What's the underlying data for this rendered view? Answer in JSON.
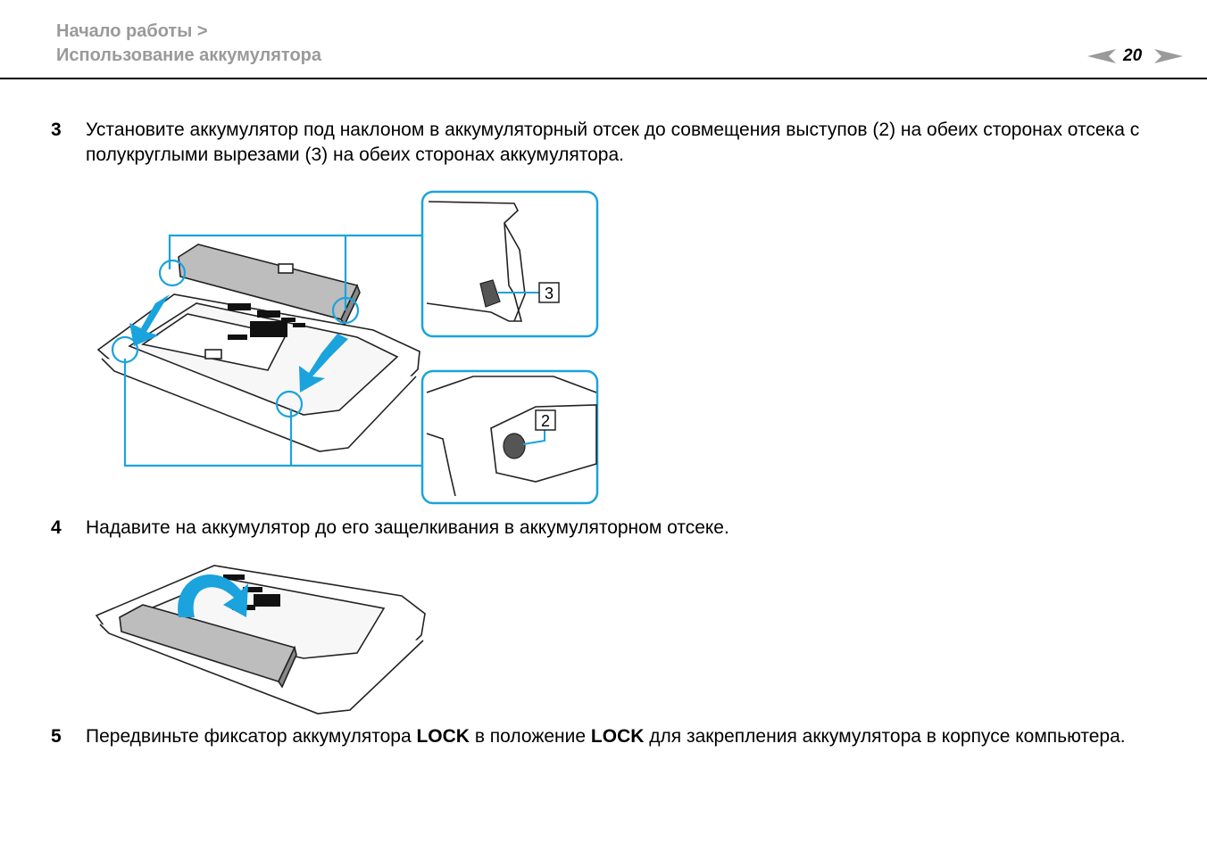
{
  "header": {
    "breadcrumb_line1": "Начало работы >",
    "breadcrumb_line2": "Использование аккумулятора",
    "page_number": "20",
    "prev_icon": "left-arrow-icon",
    "next_icon": "right-arrow-icon"
  },
  "steps": [
    {
      "number": "3",
      "text": "Установите аккумулятор под наклоном в аккумуляторный отсек до совмещения выступов (2) на обеих сторонах отсека с полукруглыми вырезами (3) на обеих сторонах аккумулятора."
    },
    {
      "number": "4",
      "text": "Надавите на аккумулятор до его защелкивания в аккумуляторном отсеке."
    },
    {
      "number": "5",
      "text_before": "Передвиньте фиксатор аккумулятора ",
      "bold1": "LOCK",
      "text_middle": " в положение ",
      "bold2": "LOCK",
      "text_after": " для закрепления аккумулятора в корпусе компьютера."
    }
  ],
  "figure1": {
    "callout_top": "3",
    "callout_bottom": "2",
    "accent_color": "#1aa3dc"
  },
  "figure2": {
    "accent_color": "#1aa3dc"
  }
}
